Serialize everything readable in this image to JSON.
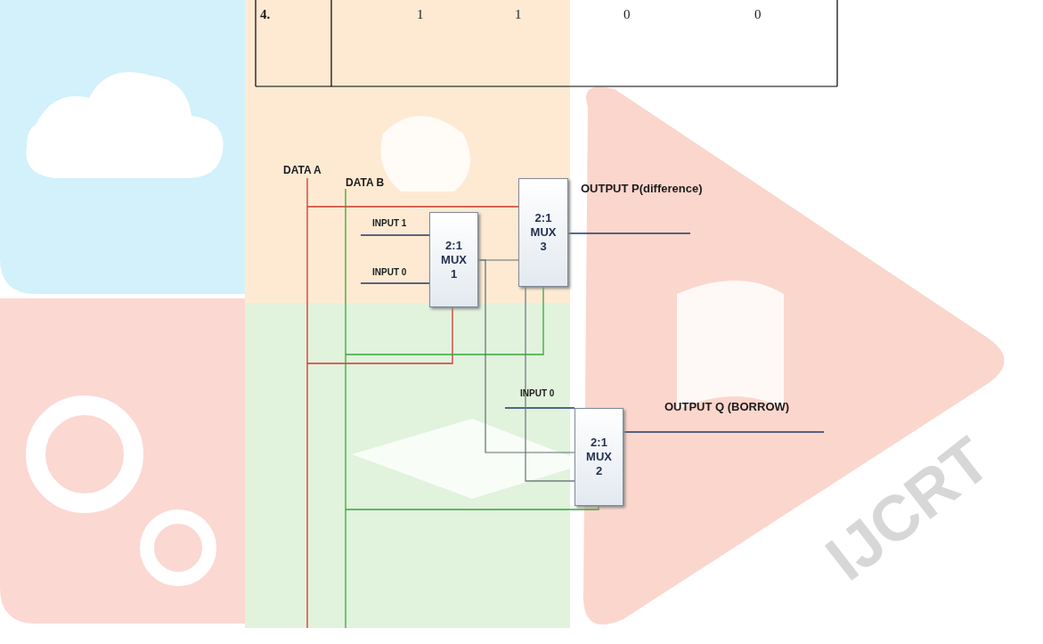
{
  "diagram": {
    "nodes": [
      {
        "text": [
          "2:1 MUX 1"
        ]
      },
      {
        "text": [
          "2:1 MUX 3"
        ]
      },
      {
        "text": [
          "2:1 MUX 2"
        ]
      }
    ],
    "edges": [
      {
        "from": 0,
        "to": 1,
        "arrow": "none"
      },
      {
        "from": 0,
        "to": 2,
        "arrow": "none"
      }
    ],
    "labels": [
      "4.",
      "1",
      "1",
      "0",
      "0",
      "DATA A",
      "DATA B",
      "INPUT 1",
      "INPUT 0",
      "OUTPUT P(difference)",
      "INPUT 0",
      "OUTPUT Q (BORROW)",
      "IJCRT"
    ]
  }
}
